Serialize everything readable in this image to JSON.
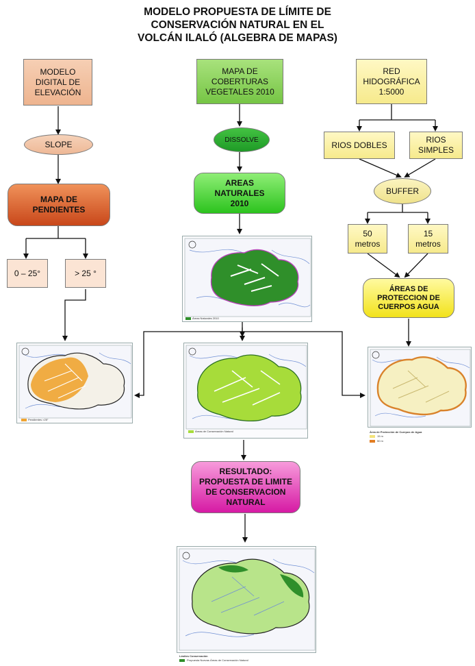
{
  "title": {
    "line1": "MODELO PROPUESTA DE LÍMITE DE",
    "line2": "CONSERVACIÓN NATURAL EN EL",
    "line3": "VOLCÁN ILALÓ (ALGEBRA DE MAPAS)"
  },
  "nodes": {
    "mde": "MODELO DIGITAL DE ELEVACIÓN",
    "slope": "SLOPE",
    "pendientes": "MAPA DE PENDIENTES",
    "range_low": "0 – 25°",
    "range_high": "> 25 °",
    "coberturas": "MAPA DE COBERTURAS VEGETALES 2010",
    "dissolve": "DISSOLVE",
    "areas_naturales": "AREAS NATURALES 2010",
    "red_hidro": "RED HIDOGRÁFICA 1:5000",
    "rios_dobles": "RIOS DOBLES",
    "rios_simples": "RIOS SIMPLES",
    "buffer": "BUFFER",
    "m50": "50 metros",
    "m15": "15 metros",
    "proteccion": "ÁREAS DE PROTECCION DE CUERPOS AGUA",
    "resultado": "RESULTADO: PROPUESTA DE LIMITE DE CONSERVACION NATURAL"
  },
  "maps": {
    "areas": {
      "legend": "Áreas Naturales 2010"
    },
    "pend": {
      "legend": "Pendientes >25°"
    },
    "veg": {
      "legend": "Áreas de Conservación Natural"
    },
    "prot": {
      "legend_title": "Área de Protección de Cuerpos de Agua",
      "legend_a": "15 m",
      "legend_b": "50 m"
    },
    "res": {
      "legend_title": "Límites Conservación",
      "legend_a": "Propuesta Nuevas Áreas de Conservación Natural"
    }
  },
  "colors": {
    "green_fill": "#2f8f2a",
    "orange_fill": "#f0a431",
    "lime_fill": "#a7dc3a",
    "cream_fill": "#f6f0c2",
    "result_fill": "#b8e48a",
    "river": "#6f8fd4"
  }
}
